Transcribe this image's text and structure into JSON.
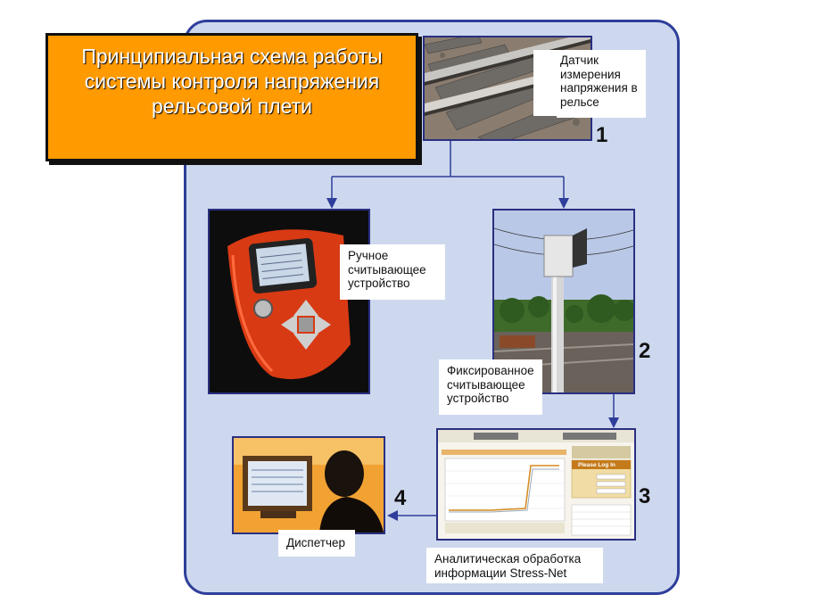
{
  "title": "Принципиальная схема работы системы контроля напряжения рельсовой плети",
  "steps": [
    {
      "number": "1",
      "label": "Датчик измерения напряжения в рельсе",
      "icon": "rail-track-photo"
    },
    {
      "number": "2",
      "label": "Фиксированное считывающее устройство",
      "icon": "fixed-reader-pole-photo"
    },
    {
      "number": "3",
      "label": "Аналитическая обработка информации Stress-Net",
      "icon": "stress-net-screen-photo"
    },
    {
      "number": "4",
      "label": "Диспетчер",
      "icon": "dispatcher-photo"
    }
  ],
  "handheld": {
    "label": "Ручное считывающее устройство",
    "icon": "handheld-reader-photo"
  },
  "screen": {
    "login_title": "Please Log In"
  },
  "colors": {
    "panel": "#cdd8ee",
    "border": "#2e3e9a",
    "title_bg": "#ff9a00",
    "device": "#e0441c"
  }
}
